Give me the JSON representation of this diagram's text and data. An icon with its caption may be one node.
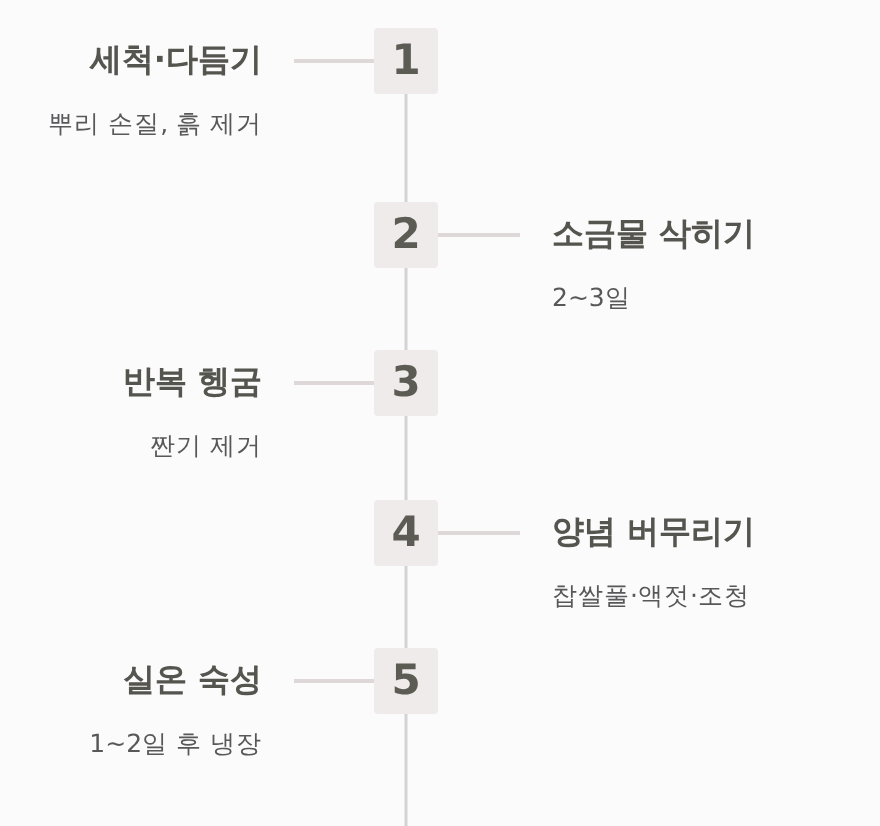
{
  "diagram": {
    "nodes": [
      {
        "text": [
          "세척·다듬기",
          "뿌리 손질, 흙 제거"
        ]
      },
      {
        "text": [
          "1"
        ]
      },
      {
        "text": [
          "2"
        ]
      },
      {
        "text": [
          "소금물 삭히기",
          "2~3일"
        ]
      },
      {
        "text": [
          "반복 헹굼",
          "짠기 제거"
        ]
      },
      {
        "text": [
          "3"
        ]
      },
      {
        "text": [
          "4"
        ]
      },
      {
        "text": [
          "양념 버무리기",
          "찹쌀풀·액젓·조청"
        ]
      },
      {
        "text": [
          "실온 숙성",
          "1~2일 후 냉장"
        ]
      },
      {
        "text": [
          "5"
        ]
      }
    ],
    "edges": [
      {
        "from": 0,
        "to": 1,
        "arrow": "none"
      },
      {
        "from": 1,
        "to": 2,
        "arrow": "none"
      },
      {
        "from": 2,
        "to": 3,
        "arrow": "none"
      },
      {
        "from": 2,
        "to": 5,
        "arrow": "none"
      },
      {
        "from": 4,
        "to": 5,
        "arrow": "none"
      },
      {
        "from": 5,
        "to": 6,
        "arrow": "none"
      },
      {
        "from": 6,
        "to": 7,
        "arrow": "none"
      },
      {
        "from": 6,
        "to": 9,
        "arrow": "none"
      },
      {
        "from": 8,
        "to": 9,
        "arrow": "none"
      },
      {
        "from": 9,
        "to": null,
        "arrow": "none"
      }
    ]
  }
}
